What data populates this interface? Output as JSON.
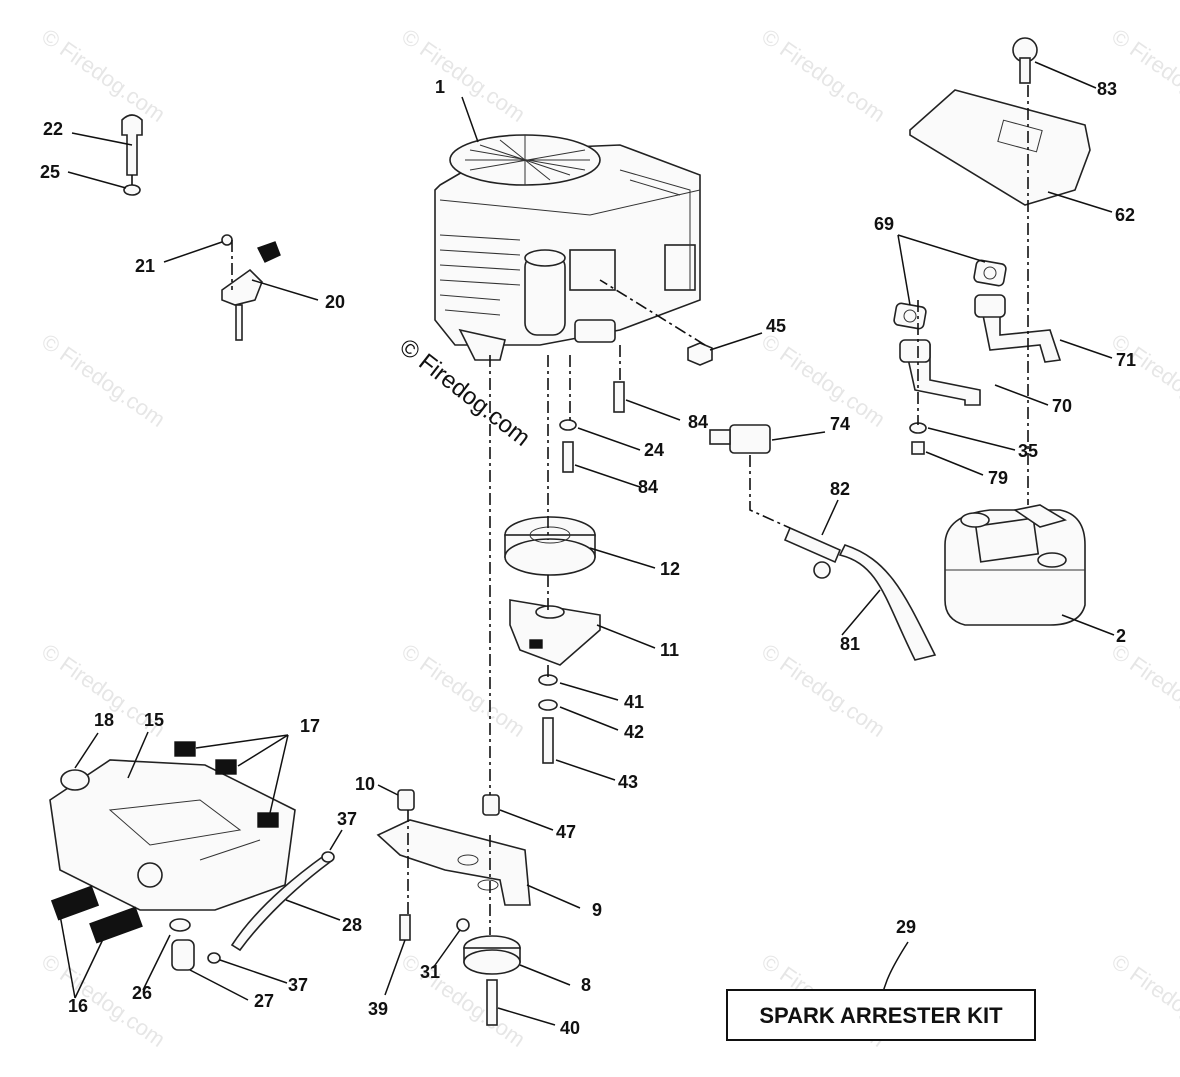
{
  "watermark": "© Firedog.com",
  "kit_label": "SPARK ARRESTER KIT",
  "callouts": {
    "c1": "1",
    "c2": "2",
    "c8": "8",
    "c9": "9",
    "c10": "10",
    "c11": "11",
    "c12": "12",
    "c15": "15",
    "c16": "16",
    "c17": "17",
    "c18": "18",
    "c20": "20",
    "c21": "21",
    "c22": "22",
    "c24": "24",
    "c25": "25",
    "c26": "26",
    "c27": "27",
    "c28": "28",
    "c29": "29",
    "c31": "31",
    "c35": "35",
    "c37a": "37",
    "c37b": "37",
    "c39": "39",
    "c40": "40",
    "c41": "41",
    "c42": "42",
    "c43": "43",
    "c45": "45",
    "c47": "47",
    "c62": "62",
    "c69": "69",
    "c70": "70",
    "c71": "71",
    "c74": "74",
    "c79": "79",
    "c81": "81",
    "c82": "82",
    "c83": "83",
    "c84a": "84",
    "c84b": "84"
  }
}
